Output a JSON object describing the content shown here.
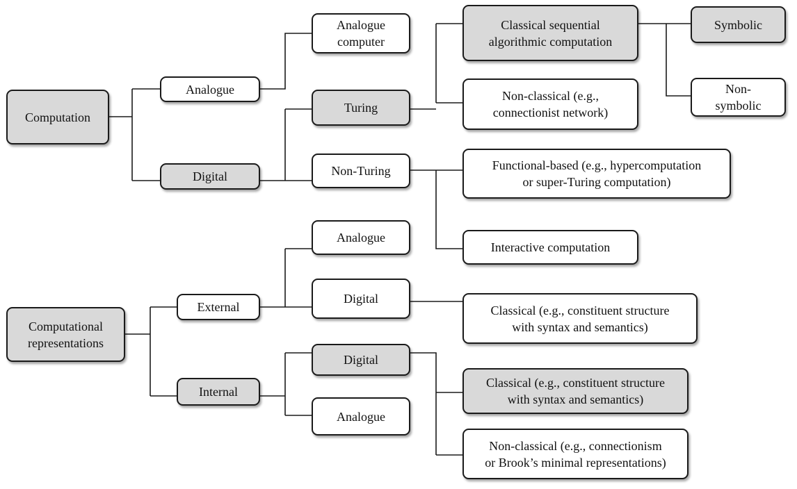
{
  "colors": {
    "shaded_fill": "#d9d9d9",
    "plain_fill": "#ffffff",
    "border": "#1a1a1a",
    "line": "#1a1a1a"
  },
  "nodes": {
    "computation": "Computation",
    "analogue": "Analogue",
    "analogue_computer": "Analogue\ncomputer",
    "digital": "Digital",
    "turing": "Turing",
    "non_turing": "Non-Turing",
    "classical_sequential": "Classical sequential\nalgorithmic computation",
    "non_classical_connectionist": "Non-classical (e.g.,\nconnectionist network)",
    "symbolic": "Symbolic",
    "non_symbolic": "Non-\nsymbolic",
    "functional_based": "Functional-based (e.g., hypercomputation\nor super-Turing computation)",
    "interactive_computation": "Interactive computation",
    "computational_representations": "Computational\nrepresentations",
    "external": "External",
    "internal": "Internal",
    "ext_analogue": "Analogue",
    "ext_digital": "Digital",
    "ext_classical": "Classical (e.g., constituent structure\nwith syntax and semantics)",
    "int_digital": "Digital",
    "int_analogue": "Analogue",
    "int_classical": "Classical (e.g., constituent structure\nwith syntax and semantics)",
    "int_non_classical": "Non-classical (e.g., connectionism\nor Brook’s minimal representations)"
  }
}
